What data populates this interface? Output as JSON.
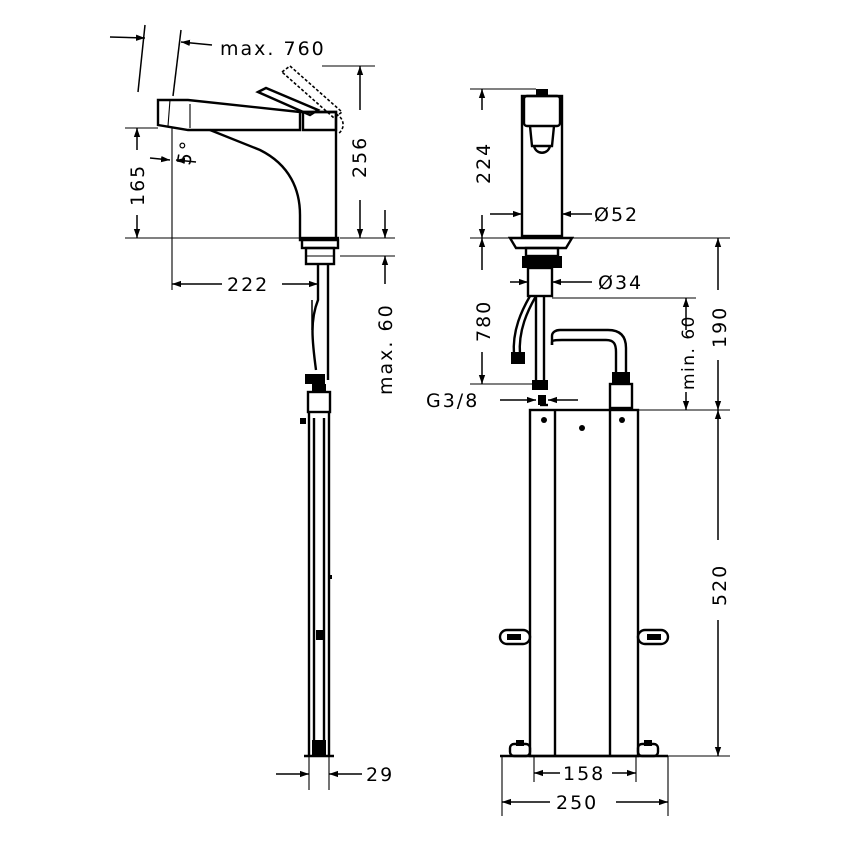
{
  "dimensions": {
    "reach_max": "max. 760",
    "spout_height_side": "256",
    "outlet_height": "165",
    "tilt_angle": "5°",
    "projection": "222",
    "threshold_max": "max. 60",
    "base_width_side": "29",
    "front_height": "224",
    "body_diameter": "Ø52",
    "shank_diameter": "Ø34",
    "hose_length": "780",
    "connection_thread": "G3/8",
    "hose_clearance_min": "min. 60",
    "connection_height": "190",
    "cabinet_height": "520",
    "cabinet_inner_width": "158",
    "cabinet_outer_width": "250"
  }
}
